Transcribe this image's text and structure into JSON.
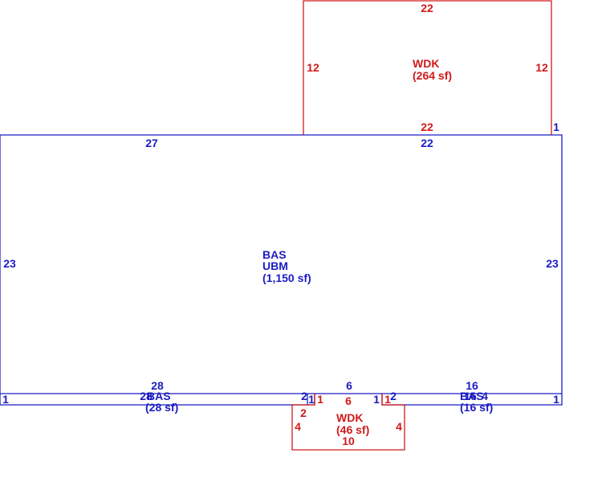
{
  "areas": {
    "upper_deck": {
      "code": "WDK",
      "area": "(264 sf)",
      "color": "#d11a1a",
      "dims": {
        "top": "22",
        "left": "12",
        "right": "12",
        "bottom": "22"
      }
    },
    "main": {
      "code": "BAS",
      "sub": "UBM",
      "area": "(1,150 sf)",
      "color": "#1c1cc2",
      "dims": {
        "top_left": "27",
        "top_right": "22",
        "step": "1",
        "left": "23",
        "right": "23"
      }
    },
    "left_strip": {
      "code": "BAS",
      "area": "(28 sf)",
      "dims": {
        "top": "28",
        "bottom": "28",
        "left": "1",
        "right": "1",
        "inner": "2"
      }
    },
    "center_notch": {
      "dims": {
        "top": "6",
        "left_outer": "1",
        "right_outer": "1",
        "left_inner": "1",
        "right_inner": "2"
      }
    },
    "lower_deck": {
      "code": "WDK",
      "area": "(46 sf)",
      "color": "#d11a1a",
      "dims": {
        "top": "6",
        "left_step": "2",
        "left": "4",
        "right": "4",
        "bottom": "10",
        "right_inner": "1"
      }
    },
    "right_strip": {
      "code": "BAS",
      "area": "(16 sf)",
      "dims": {
        "top": "16",
        "bottom": "16",
        "inner": "4",
        "right": "1"
      }
    }
  }
}
